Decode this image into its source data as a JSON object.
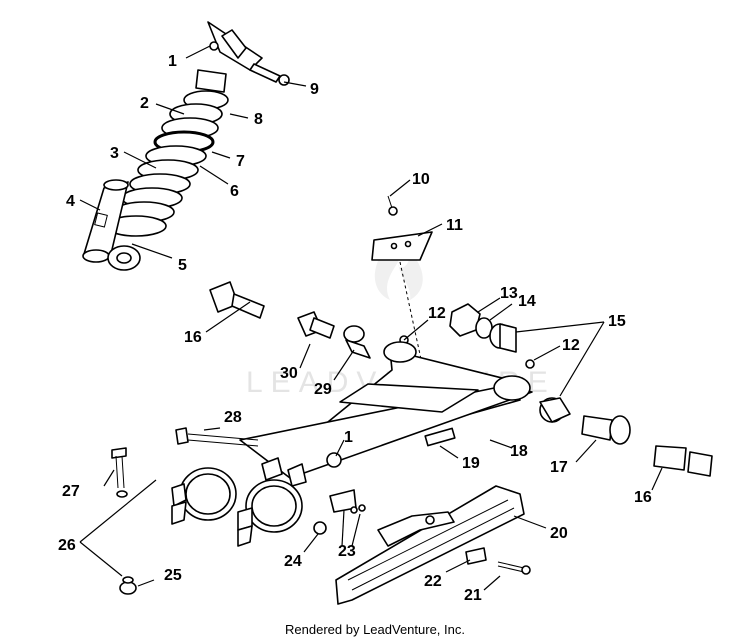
{
  "watermark": "LEADVENTURE",
  "footer": "Rendered by LeadVenture, Inc.",
  "callouts": {
    "c1a": "1",
    "c1b": "1",
    "c2": "2",
    "c3": "3",
    "c4": "4",
    "c5": "5",
    "c6": "6",
    "c7": "7",
    "c8": "8",
    "c9": "9",
    "c10": "10",
    "c11": "11",
    "c12a": "12",
    "c12b": "12",
    "c13": "13",
    "c14": "14",
    "c15": "15",
    "c16a": "16",
    "c16b": "16",
    "c17": "17",
    "c18": "18",
    "c19": "19",
    "c20": "20",
    "c21": "21",
    "c22": "22",
    "c23": "23",
    "c24": "24",
    "c25": "25",
    "c26": "26",
    "c27": "27",
    "c28": "28",
    "c29": "29",
    "c30": "30"
  }
}
